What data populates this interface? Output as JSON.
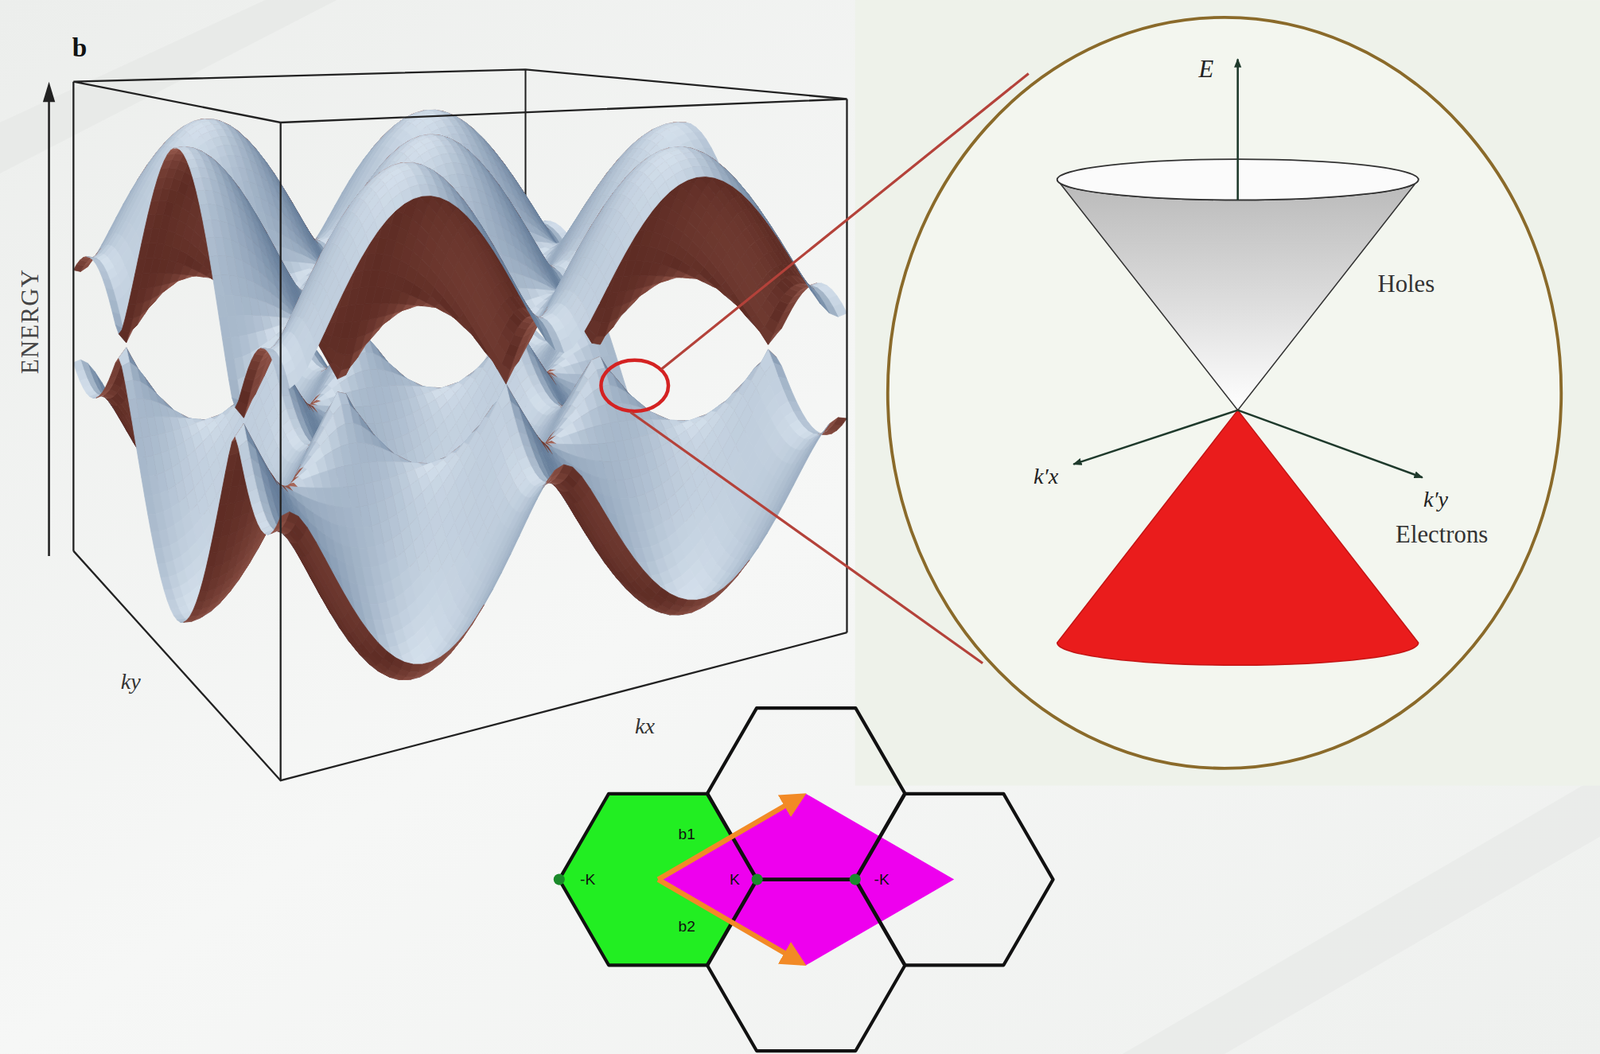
{
  "diagram": {
    "labels": [
      "b",
      "ENERGY",
      "ky",
      "kx",
      "E",
      "Holes",
      "k′x",
      "k′y",
      "Electrons",
      "b1",
      "-K",
      "K",
      "b2",
      "-K"
    ]
  }
}
